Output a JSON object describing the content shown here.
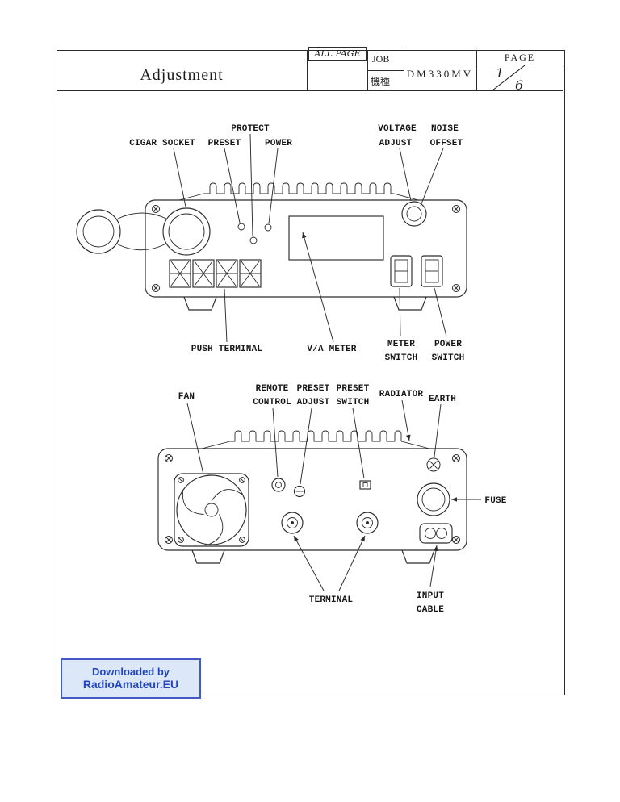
{
  "title_block": {
    "title": "Adjustment",
    "all_page_stamp": "ALL PAGE",
    "job_label": "JOB",
    "model_label": "機種",
    "model_value": "DM330MV",
    "page_label": "PAGE",
    "page_numerator": "1",
    "page_denominator": "6"
  },
  "front_view": {
    "labels": {
      "protect": "PROTECT",
      "cigar_socket": "CIGAR SOCKET",
      "preset": "PRESET",
      "power": "POWER",
      "voltage_adjust": [
        "VOLTAGE",
        "ADJUST"
      ],
      "noise_offset": [
        "NOISE",
        "OFFSET"
      ],
      "push_terminal": "PUSH TERMINAL",
      "va_meter": "V/A METER",
      "meter_switch": [
        "METER",
        "SWITCH"
      ],
      "power_switch": [
        "POWER",
        "SWITCH"
      ]
    }
  },
  "rear_view": {
    "labels": {
      "fan": "FAN",
      "remote_control": [
        "REMOTE",
        "CONTROL"
      ],
      "preset_adjust": [
        "PRESET",
        "ADJUST"
      ],
      "preset_switch": [
        "PRESET",
        "SWITCH"
      ],
      "radiator": "RADIATOR",
      "earth": "EARTH",
      "fuse": "FUSE",
      "terminal": "TERMINAL",
      "input_cable": [
        "INPUT",
        "CABLE"
      ]
    }
  },
  "watermark": {
    "line1": "Downloaded by",
    "line2": "RadioAmateur.EU",
    "text_color": "#2345c0",
    "background_color": "#dce8f8",
    "border_color": "#4459c4"
  },
  "ink_color": "#2b2b2b"
}
